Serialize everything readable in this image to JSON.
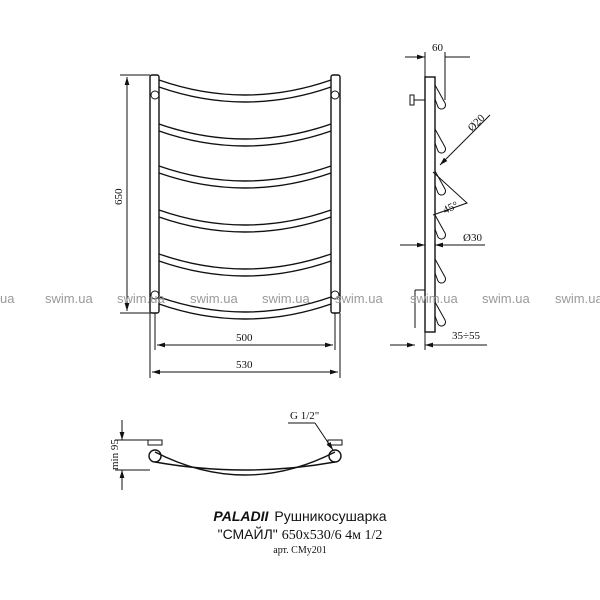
{
  "front_view": {
    "dim_height": "650",
    "dim_inner_width": "500",
    "dim_outer_width": "530",
    "bar_count": 6
  },
  "side_view": {
    "dim_depth": "60",
    "dim_bar_diameter": "Ø20",
    "dim_angle": "45°",
    "dim_rail_diameter": "Ø30",
    "dim_wall_offset": "35÷55"
  },
  "top_view": {
    "dim_min_offset": "min 95",
    "thread_label": "G 1/2\""
  },
  "watermark": {
    "text": "swim.ua",
    "partial": "ua",
    "color": "#9a9a9a"
  },
  "caption": {
    "brand": "PALADII",
    "product_type": "Рушникосушарка",
    "model_name": "\"СМАЙЛ\"",
    "model_spec": "650x530/6 4м 1/2",
    "article": "арт. CMy201"
  }
}
